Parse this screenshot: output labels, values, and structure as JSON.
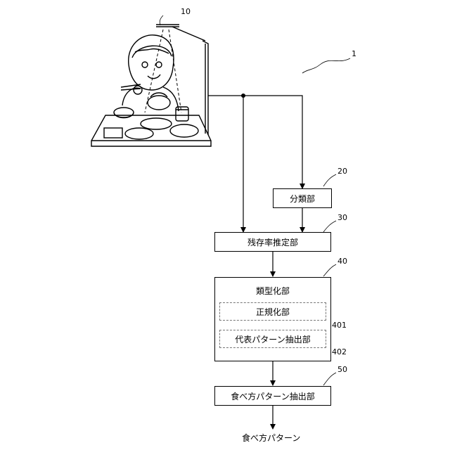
{
  "refs": {
    "system": "1",
    "camera": "10",
    "classifier": "20",
    "estimator": "30",
    "typifier": "40",
    "normalizer": "401",
    "extractor": "402",
    "pattern_extractor": "50"
  },
  "blocks": {
    "classifier": "分類部",
    "estimator": "残存率推定部",
    "typifier": "類型化部",
    "normalizer": "正規化部",
    "extractor": "代表パターン抽出部",
    "pattern_extractor": "食べ方パターン抽出部"
  },
  "output_label": "食べ方パターン"
}
